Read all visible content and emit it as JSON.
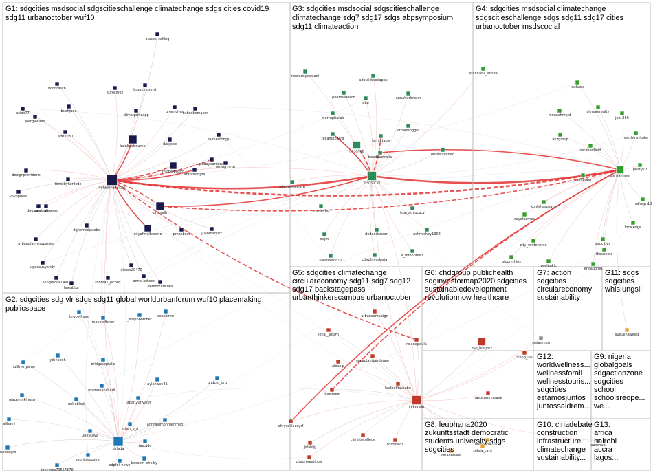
{
  "groups": [
    {
      "id": "G1",
      "lines": [
        "G1: sdgcities msdsocial sdgscitieschallenge climatechange sdgs cities covid19",
        "sdg11 urbanoctober wuf10"
      ]
    },
    {
      "id": "G3",
      "lines": [
        "G3: sdgcities msdsocial sdgscitieschallenge",
        "climatechange sdg7 sdg17 sdgs abpsymposium",
        "sdg11 climateaction"
      ]
    },
    {
      "id": "G4",
      "lines": [
        "G4: sdgcities msdsocial climatechange",
        "sdgscitieschallenge sdgs sdg11 sdg17 cities",
        "urbanoctober msdscocial"
      ]
    },
    {
      "id": "G2",
      "lines": [
        "G2: sdgcities sdg vlr sdgs sdg11 global worldurbanforum wuf10 placemaking",
        "publicspace"
      ]
    },
    {
      "id": "G5",
      "lines": [
        "G5: sdgcities climatechange",
        "circulareconomy sdg11 sdg7 sdg12",
        "sdg17 backstagepass",
        "urbanthinkerscampus urbanoctober"
      ]
    },
    {
      "id": "G6",
      "lines": [
        "G6: chdgroup publichealth",
        "sdginvestormap2020 sdgcities",
        "sustainabledevelopment",
        "revolutionnow healthcare"
      ]
    },
    {
      "id": "G7",
      "lines": [
        "G7: action",
        "sdgcities",
        "circulareconomy",
        "sustainability"
      ]
    },
    {
      "id": "G11",
      "lines": [
        "G11: sdgs",
        "sdgcities",
        "whis ungsii"
      ]
    },
    {
      "id": "G12",
      "lines": [
        "G12:",
        "worldwellness...",
        "wellnessforall",
        "wellnesstouris...",
        "sdgcities",
        "estamosjuntos",
        "juntossaldrem..."
      ]
    },
    {
      "id": "G9",
      "lines": [
        "G9: nigeria",
        "globalgoals",
        "sdgactionzone",
        "sdgcities",
        "school",
        "schoolsreope...",
        "we..."
      ]
    },
    {
      "id": "G8",
      "lines": [
        "G8: leuphana2020",
        "zukunftsstadt democratic",
        "students university sdgs",
        "sdgcities"
      ]
    },
    {
      "id": "G10",
      "lines": [
        "G10: ciriadebate",
        "construction",
        "infrastructure",
        "climatechange",
        "sustainability..."
      ]
    },
    {
      "id": "G13",
      "lines": [
        "G13:",
        "africa",
        "nairobi",
        "accra",
        "lagos..."
      ]
    }
  ],
  "nodes": [
    {
      "label": "places_calling"
    },
    {
      "label": "eurocities"
    },
    {
      "label": "brookingsinst"
    },
    {
      "label": "ficonresch"
    },
    {
      "label": "asiah77"
    },
    {
      "label": "joergweidin"
    },
    {
      "label": "bushjude"
    },
    {
      "label": "climatprincapp"
    },
    {
      "label": "greenches"
    },
    {
      "label": "cubesticmaker"
    },
    {
      "label": "adb2030"
    },
    {
      "label": "danjepe"
    },
    {
      "label": "raynestrings"
    },
    {
      "label": "kaielmebourne"
    },
    {
      "label": "michelesotto"
    },
    {
      "label": "pabayvardena"
    },
    {
      "label": "networkedcities"
    },
    {
      "label": "unimelb"
    },
    {
      "label": "anthonysjoe"
    },
    {
      "label": "unsdg2030"
    },
    {
      "label": "juanmantez"
    },
    {
      "label": "cityofmelbourne"
    },
    {
      "label": "pmasbest"
    },
    {
      "label": "alpers20470"
    },
    {
      "label": "anna_kotecz"
    },
    {
      "label": "democraticdes"
    },
    {
      "label": "thomas_jacobs"
    },
    {
      "label": "longbrook1490"
    },
    {
      "label": "ugocausyandy"
    },
    {
      "label": "urbanplanningpages"
    },
    {
      "label": "dghomasjacobs"
    },
    {
      "label": "bahnnalmeerd"
    },
    {
      "label": "designprovidenc"
    },
    {
      "label": "yoyopdeer"
    },
    {
      "label": "dogsaustralia"
    },
    {
      "label": "timothykenlode"
    },
    {
      "label": "haeabtor"
    },
    {
      "label": "neelamgopalani"
    },
    {
      "label": "adelaideuniapac"
    },
    {
      "label": "peerniadesch"
    },
    {
      "label": "abp"
    },
    {
      "label": "annahurlmann"
    },
    {
      "label": "murrupbarak"
    },
    {
      "label": "tecampbel78"
    },
    {
      "label": "tamiataba"
    },
    {
      "label": "urbanfrogger"
    },
    {
      "label": "unseneb"
    },
    {
      "label": "boedaustralia"
    },
    {
      "label": "unswcitychen"
    },
    {
      "label": "msdsocial"
    },
    {
      "label": "plannerdeclare"
    },
    {
      "label": "marleyhc"
    },
    {
      "label": "ddjm"
    },
    {
      "label": "dedandausen"
    },
    {
      "label": "cityofnvodasta"
    },
    {
      "label": "sarahfordo11"
    },
    {
      "label": "a_infonomics"
    },
    {
      "label": "tdal_advocacy"
    },
    {
      "label": "ashmishey1302"
    },
    {
      "label": "pranitana_alkida"
    },
    {
      "label": "rachada"
    },
    {
      "label": "monashmeid"
    },
    {
      "label": "climaterealty"
    },
    {
      "label": "jpo_360"
    },
    {
      "label": "earthinstitute"
    },
    {
      "label": "anzgroup"
    },
    {
      "label": "sarahedfield"
    },
    {
      "label": "peaty70"
    },
    {
      "label": "vocitahomo"
    },
    {
      "label": "cashpoba"
    },
    {
      "label": "nallaryn10"
    },
    {
      "label": "kontaliasusann"
    },
    {
      "label": "localedge"
    },
    {
      "label": "sayaloomes"
    },
    {
      "label": "city_whitehorse"
    },
    {
      "label": "sdgcities"
    },
    {
      "label": "thousebio"
    },
    {
      "label": "bloomthies"
    },
    {
      "label": "yeeleakic"
    },
    {
      "label": "encadbmu"
    },
    {
      "label": "mayblefisher"
    },
    {
      "label": "brucetfixes"
    },
    {
      "label": "_stephbotcher"
    },
    {
      "label": "cascomm"
    },
    {
      "label": "nullbymyame"
    },
    {
      "label": "bridgesopfalle"
    },
    {
      "label": "placemakingsu"
    },
    {
      "label": "ythnesdh"
    },
    {
      "label": "mamunahsharif"
    },
    {
      "label": "aylanwsv41"
    },
    {
      "label": "alibarri"
    },
    {
      "label": "unhabitat"
    },
    {
      "label": "urban20riyadh"
    },
    {
      "label": "undcrg_org"
    },
    {
      "label": "unescova"
    },
    {
      "label": "dylada"
    },
    {
      "label": "annrajumohhammed"
    },
    {
      "label": "erfan_b_a"
    },
    {
      "label": "tastado"
    },
    {
      "label": "auroragre"
    },
    {
      "label": "sophinhousing"
    },
    {
      "label": "bassem_shelby"
    },
    {
      "label": "tonymca70654579"
    },
    {
      "label": "cdpfol_news"
    },
    {
      "label": "urbancampaign"
    },
    {
      "label": "jona__adam"
    },
    {
      "label": "alexalp"
    },
    {
      "label": "sepactamberdeape"
    },
    {
      "label": "rolandpaula"
    },
    {
      "label": "karlbelfiascabe"
    },
    {
      "label": "cidolcolo"
    },
    {
      "label": "maslmelb"
    },
    {
      "label": "jefahijg"
    },
    {
      "label": "chryselllaceyrf"
    },
    {
      "label": "climatecollege"
    },
    {
      "label": "commeda"
    },
    {
      "label": "chdgroupglobal"
    },
    {
      "label": "asp_blagazz"
    },
    {
      "label": "iceng_uw"
    },
    {
      "label": "nasocommmade"
    },
    {
      "label": "leuphana2020"
    },
    {
      "label": "ciriadebate"
    },
    {
      "label": "zebra_card"
    },
    {
      "label": "sustainaweed"
    },
    {
      "label": "susanmuq"
    },
    {
      "label": "aanshub"
    }
  ],
  "colors": {
    "panel_border": "#bbbbbb",
    "edge_strong": "#e33333",
    "edge_weak": "#f2b8b8",
    "edge_gray": "#c8c8c8",
    "g1_node": "#1a1a4a",
    "g2_node": "#1f77b4",
    "g3_node": "#2e8b57",
    "g4_node": "#33a02c",
    "g5_node": "#c0392b",
    "g6_node": "#e6a23c",
    "g7_node": "#ff7f0e",
    "g8_node": "#8c8c8c",
    "g9_node": "#d6b400",
    "g10_node": "#666666",
    "g11_node": "#7b3fa0",
    "g12_node": "#b5651d",
    "g13_node": "#444444"
  }
}
